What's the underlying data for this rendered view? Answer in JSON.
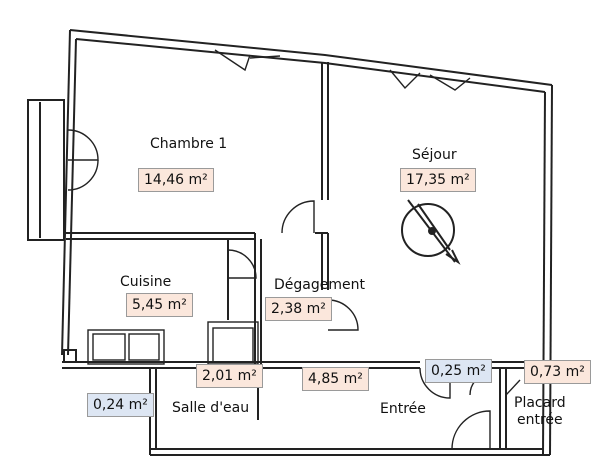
{
  "rooms": [
    {
      "id": "chambre-1",
      "name": "Chambre 1",
      "area": "14,46 m²"
    },
    {
      "id": "sejour",
      "name": "Séjour",
      "area": "17,35 m²"
    },
    {
      "id": "cuisine",
      "name": "Cuisine",
      "area": "5,45 m²"
    },
    {
      "id": "degagement",
      "name": "Dégagement",
      "area": "2,38 m²"
    },
    {
      "id": "salle-d-eau",
      "name": "Salle d'eau",
      "area": "2,01 m²"
    },
    {
      "id": "entree",
      "name": "Entrée",
      "area": "4,85 m²"
    },
    {
      "id": "placard-entree",
      "name_line1": "Placard",
      "name_line2": "entrée",
      "area": "0,73 m²"
    }
  ],
  "extra_areas": {
    "closet": "0,25 m²",
    "small_space": "0,24 m²"
  },
  "colors": {
    "wall": "#222222",
    "label_warm": "#fbe7dc",
    "label_cool": "#dde6f3"
  },
  "icons": [
    "compass-icon"
  ]
}
